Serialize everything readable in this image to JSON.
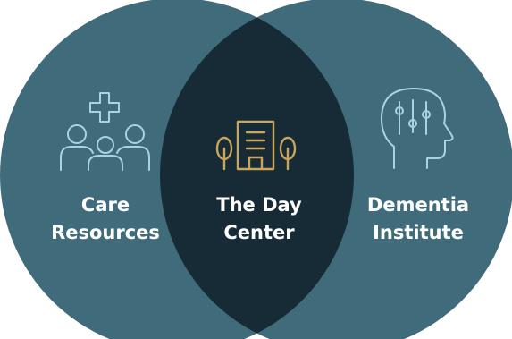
{
  "colors": {
    "circle": "#3f6b7a",
    "overlap": "#172b36",
    "icon_light": "#a9d4df",
    "icon_gold": "#c9a65a",
    "text": "#ffffff"
  },
  "sections": {
    "left": {
      "line1": "Care",
      "line2": "Resources",
      "icon": "people-with-medical-cross-icon"
    },
    "middle": {
      "line1": "The Day",
      "line2": "Center",
      "icon": "building-with-trees-icon"
    },
    "right": {
      "line1": "Dementia",
      "line2": "Institute",
      "icon": "head-with-sliders-icon"
    }
  }
}
